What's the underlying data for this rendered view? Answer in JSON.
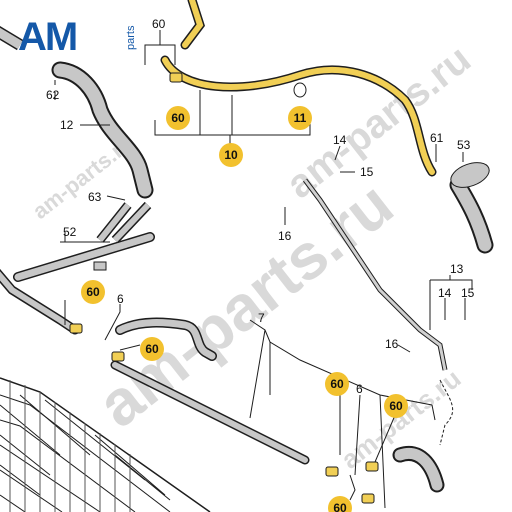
{
  "logo": {
    "text": "AM",
    "suffix": "parts"
  },
  "watermarks": [
    "am-parts.ru",
    "am-parts.ru",
    "am-parts.ru",
    "am-parts.ru"
  ],
  "colors": {
    "highlight": "#f2c12e",
    "hose_yellow": "#f1cf55",
    "hose_gray": "#c7c7c7",
    "outline": "#1e1e1e",
    "logo_blue": "#1458a8",
    "watermark": "#d9d9d9"
  },
  "callouts": {
    "p60_top": "60",
    "p62": "62",
    "p12": "12",
    "p60_hl_top": "60",
    "p10": "10",
    "p11": "11",
    "p14_top": "14",
    "p15_top": "15",
    "p61": "61",
    "p53": "53",
    "p63": "63",
    "p16_top": "16",
    "p52": "52",
    "p13": "13",
    "p60_hl_left": "60",
    "p6_left": "6",
    "p14_right": "14",
    "p15_right": "15",
    "p7": "7",
    "p60_hl_mid": "60",
    "p16_bottom": "16",
    "p60_hl_r1": "60",
    "p6_right": "6",
    "p60_hl_r2": "60",
    "p60_hl_bottom": "60"
  }
}
